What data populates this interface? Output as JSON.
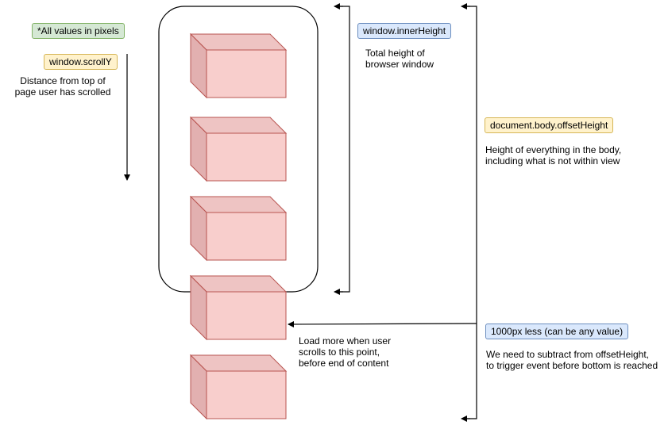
{
  "labels": {
    "units_note": "*All values in pixels",
    "scroll_y": "window.scrollY",
    "scroll_y_desc": "Distance from top of\npage user has scrolled",
    "inner_height": "window.innerHeight",
    "inner_height_desc": "Total height of\nbrowser window",
    "offset_height": "document.body.offsetHeight",
    "offset_height_desc": "Height of everything in the body,\nincluding what is not within view",
    "threshold": "1000px less (can be any value)",
    "threshold_desc": "We need to subtract from offsetHeight,\nto trigger event before bottom is reached",
    "load_more": "Load more when user\nscrolls to this point,\nbefore end of content"
  },
  "colors": {
    "box_front": "#f8cecc",
    "box_side": "#e6b5b5",
    "box_stroke": "#b85450",
    "line": "#000000"
  }
}
